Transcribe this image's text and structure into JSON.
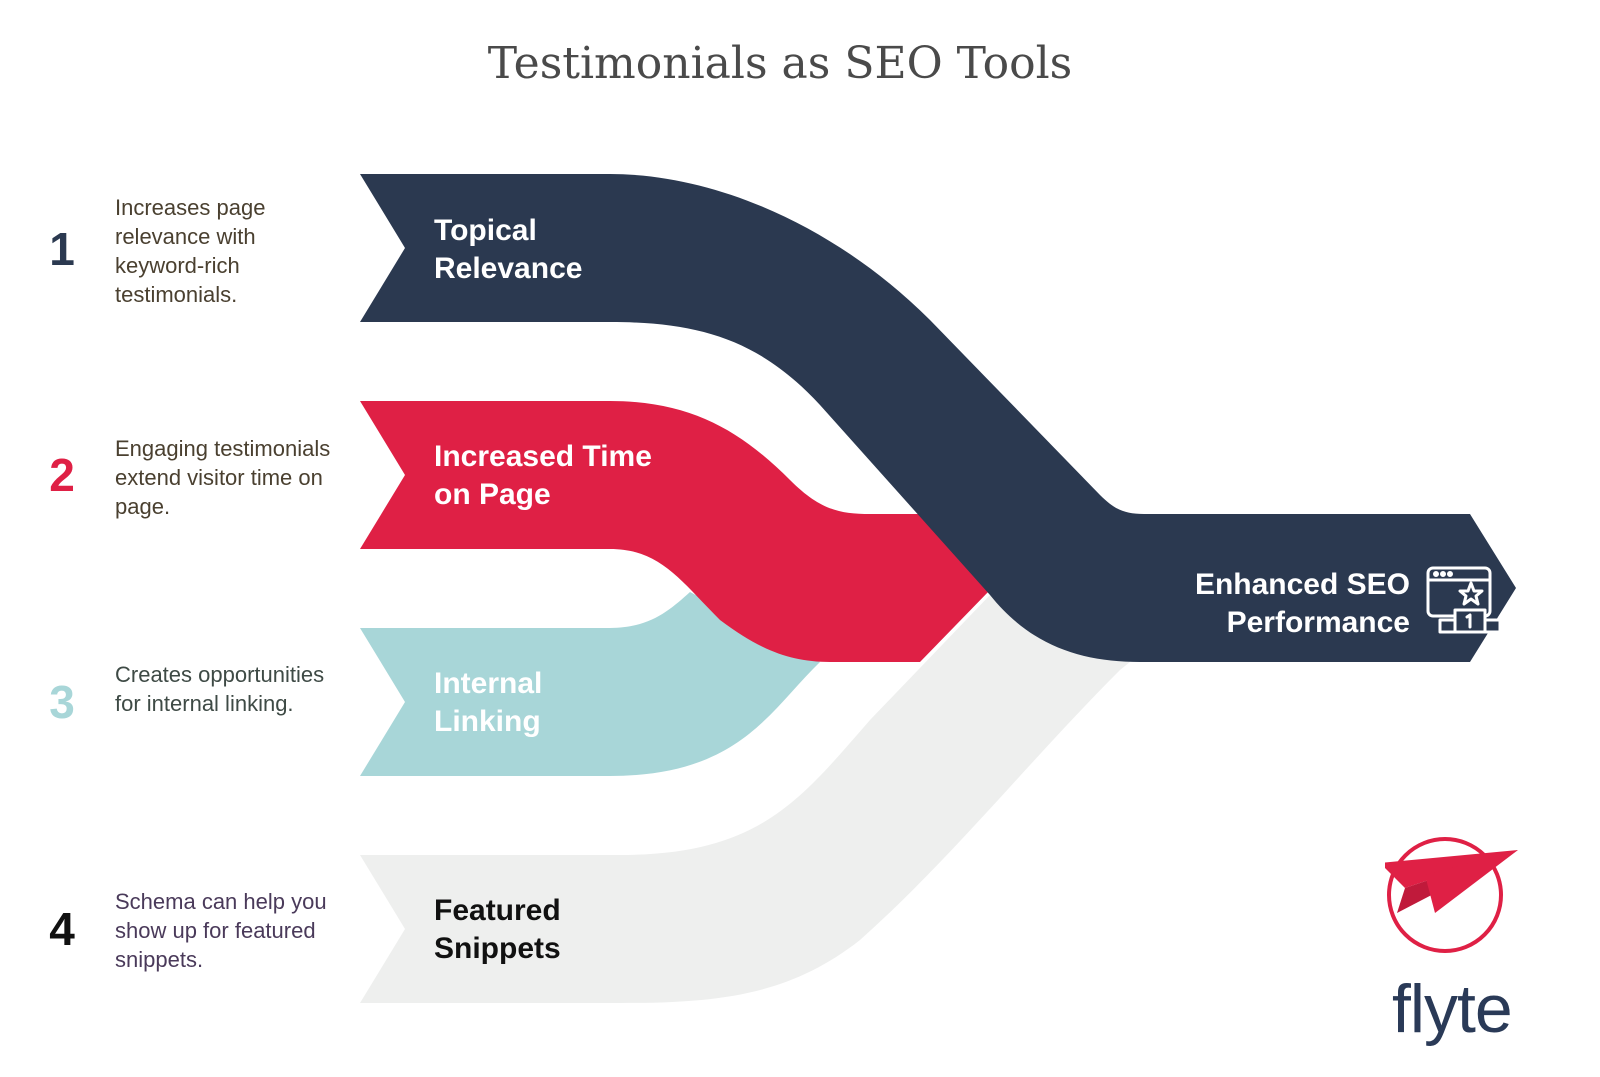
{
  "title": "Testimonials as SEO Tools",
  "colors": {
    "navy": "#2b3950",
    "red": "#df2045",
    "teal": "#a8d6d8",
    "light_gray": "#eeefee",
    "text_dark": "#4a4a4a"
  },
  "steps": [
    {
      "number": "1",
      "description": "Increases page relevance with keyword-rich testimonials.",
      "label_line1": "Topical",
      "label_line2": "Relevance",
      "color": "#2b3950"
    },
    {
      "number": "2",
      "description": "Engaging testimonials extend visitor time on page.",
      "label_line1": "Increased Time",
      "label_line2": "on Page",
      "color": "#df2045"
    },
    {
      "number": "3",
      "description": "Creates opportunities for internal linking.",
      "label_line1": "Internal",
      "label_line2": "Linking",
      "color": "#a8d6d8"
    },
    {
      "number": "4",
      "description": "Schema can help you show up for featured snippets.",
      "label_line1": "Featured",
      "label_line2": "Snippets",
      "color": "#111111"
    }
  ],
  "result": {
    "line1": "Enhanced SEO",
    "line2": "Performance",
    "icon": "award-podium-icon"
  },
  "logo": {
    "text": "flyte",
    "icon": "paper-plane-icon"
  }
}
